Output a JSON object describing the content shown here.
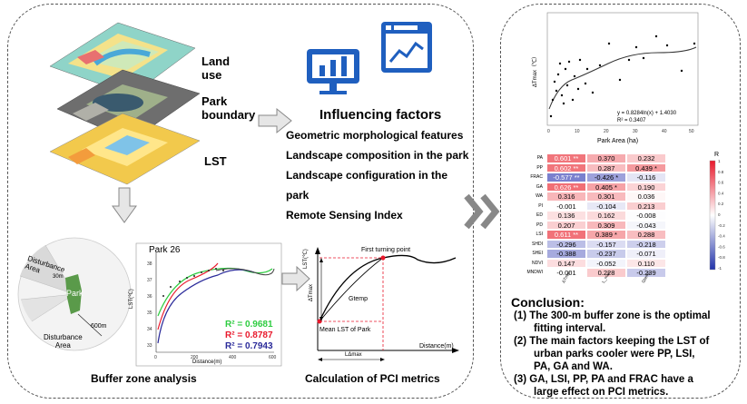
{
  "left_panel": {
    "layer_labels": {
      "land_use": "Land\nuse",
      "park_boundary": "Park\nboundary",
      "lst": "LST"
    },
    "influencing": {
      "title": "Influencing factors",
      "items": [
        "Geometric morphological features",
        "Landscape composition in the park",
        "Landscape configuration in the",
        "park",
        "Remote Sensing Index"
      ]
    },
    "buffer": {
      "caption": "Buffer zone analysis",
      "disturbance_top": "Disturbance\nArea",
      "disturbance_bottom": "Disturbance\nArea",
      "park_label": "Park",
      "distance_label": "600m",
      "tick_30m": "30m"
    },
    "park_chart": {
      "title": "Park 26",
      "ylabel": "LST(℃)",
      "xlabel": "Distance(m)",
      "r2": [
        {
          "label": "R² = 0.9681",
          "color": "#2ecc40"
        },
        {
          "label": "R² = 0.8787",
          "color": "#e8192c"
        },
        {
          "label": "R² = 0.7943",
          "color": "#2b2b9a"
        }
      ]
    },
    "pci": {
      "caption": "Calculation of PCI metrics",
      "first_turning_point": "First turning point",
      "ylabel": "LST(℃)",
      "delta_tmax": "ΔTmax",
      "gtemp": "Gtemp",
      "mean_lst": "Mean LST of Park",
      "xlabel": "Distance(m)",
      "ltmax": "LΔmax"
    }
  },
  "right_panel": {
    "scatter": {
      "ylabel": "ΔTmax（℃）",
      "xlabel": "Park Area (ha)",
      "equation": "y = 0.8284ln(x) + 1.4030",
      "r2": "R² = 0.3407"
    },
    "heatmap": {
      "rows": [
        "PA",
        "PP",
        "FRAC",
        "GA",
        "WA",
        "PI",
        "ED",
        "PD",
        "LSI",
        "SHDI",
        "SHEI",
        "NDVI",
        "MNDWI"
      ],
      "cols": [
        "ΔTmax",
        "L_max",
        "Gtemp"
      ],
      "legend_label": "R",
      "values": [
        [
          "0.601 **",
          "0.370",
          "0.232"
        ],
        [
          "0.602 **",
          "0.287",
          "0.439 *"
        ],
        [
          "-0.577 **",
          "-0.426 *",
          "-0.116"
        ],
        [
          "0.626 **",
          "0.405 *",
          "0.190"
        ],
        [
          "0.316",
          "0.301",
          "0.036"
        ],
        [
          "-0.001",
          "-0.104",
          "0.213"
        ],
        [
          "0.136",
          "0.162",
          "-0.008"
        ],
        [
          "0.207",
          "0.309",
          "-0.043"
        ],
        [
          "0.611 **",
          "0.389 *",
          "0.288"
        ],
        [
          "-0.296",
          "-0.157",
          "-0.218"
        ],
        [
          "-0.388",
          "-0.237",
          "-0.071"
        ],
        [
          "0.147",
          "-0.052",
          "0.110"
        ],
        [
          "-0.001",
          "0.228",
          "-0.239"
        ]
      ],
      "legend_ticks": [
        "1",
        "0.8",
        "0.6",
        "0.4",
        "0.2",
        "0",
        "-0.2",
        "-0.4",
        "-0.6",
        "-0.8",
        "-1"
      ]
    },
    "conclusion": {
      "title": "Conclusion:",
      "items": [
        "(1) The 300-m buffer zone is the optimal",
        "fitting interval.",
        "(2) The main factors keeping the LST of",
        "urban parks cooler were PP,    LSI,",
        "PA,  GA and WA.",
        "(3) GA,  LSI,  PP,  PA  and  FRAC  have a",
        "large effect on PCI metrics."
      ]
    }
  },
  "colors": {
    "panel_border": "#555555",
    "arrow_fill": "#e6e6e6",
    "arrow_stroke": "#888888",
    "icon_blue": "#1f5fbf",
    "heat_red": "#e8192c",
    "heat_blue": "#2233aa"
  }
}
